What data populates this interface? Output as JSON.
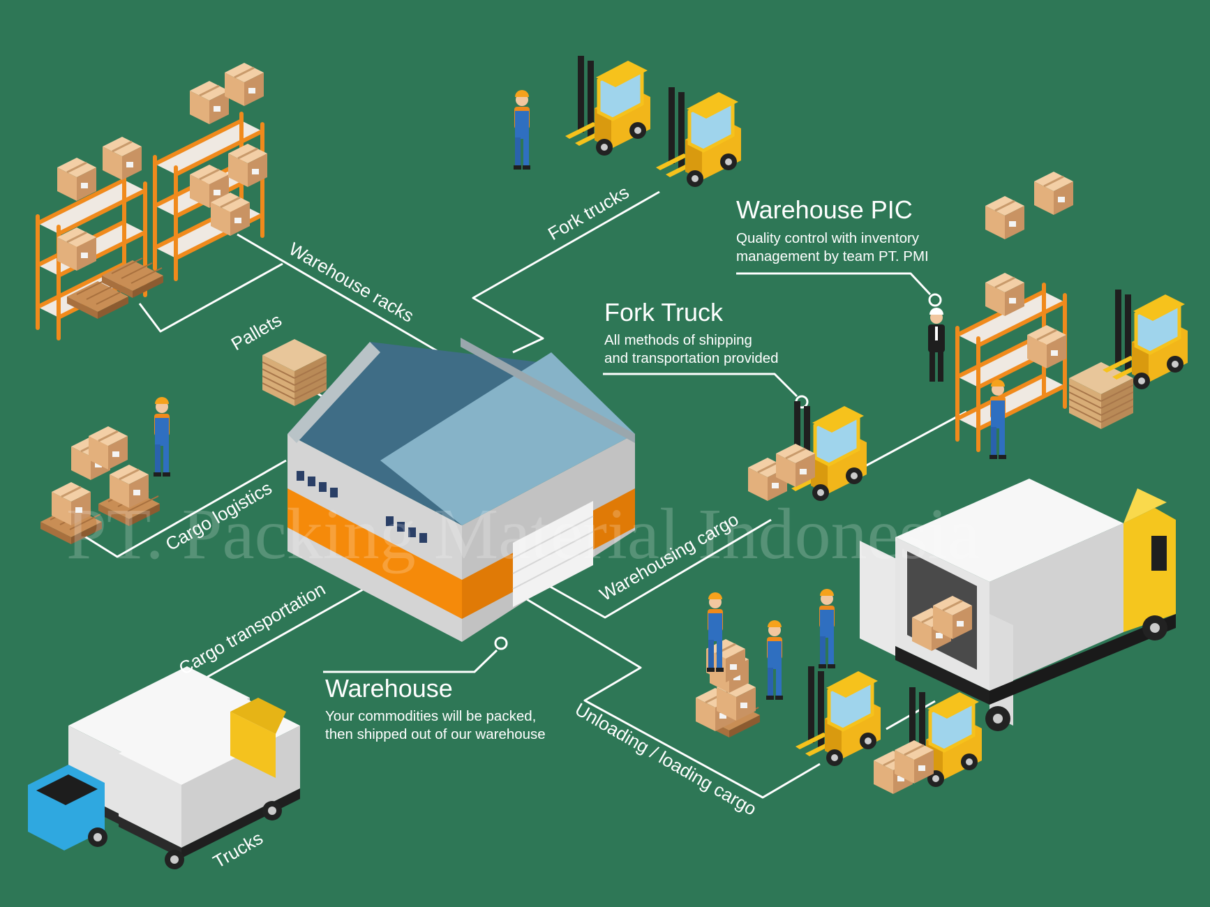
{
  "palette": {
    "background": "#2e7756",
    "connector": "#ffffff",
    "rack": "#f08a1c",
    "box": "#e8b987",
    "forklift": "#f6c21c",
    "worker": "#2f6fc0",
    "warehouse_accent": "#f58a0a",
    "roof": "#7aa3b8"
  },
  "labels": {
    "warehouse_racks": "Warehouse racks",
    "fork_trucks": "Fork trucks",
    "pallets": "Pallets",
    "cargo_logistics": "Cargo logistics",
    "cargo_transportation": "Cargo transportation",
    "trucks": "Trucks",
    "warehousing_cargo": "Warehousing cargo",
    "unloading_loading_cargo": "Unloading / loading cargo"
  },
  "callouts": {
    "warehouse_pic": {
      "title": "Warehouse PIC",
      "line1": "Quality control with inventory",
      "line2": "management by team PT. PMI"
    },
    "fork_truck": {
      "title": "Fork Truck",
      "line1": "All methods of shipping",
      "line2": "and transportation provided"
    },
    "warehouse": {
      "title": "Warehouse",
      "line1": "Your commodities will be packed,",
      "line2": "then shipped out of our warehouse"
    }
  },
  "watermark": "PT. Packing Material Indonesia",
  "icons": {
    "rack": "warehouse-rack-icon",
    "box": "cardboard-box-icon",
    "pallet": "wooden-pallet-icon",
    "forklift": "forklift-icon",
    "worker": "worker-icon",
    "manager": "manager-icon",
    "truck": "box-truck-icon",
    "warehouse": "warehouse-building-icon"
  }
}
